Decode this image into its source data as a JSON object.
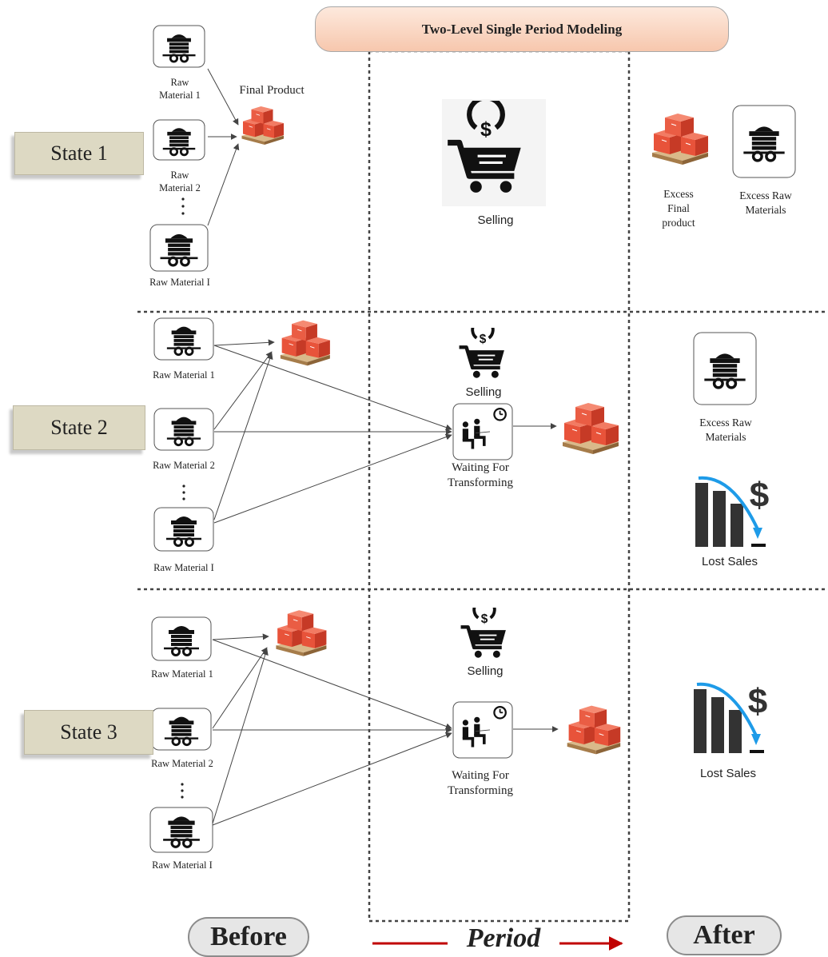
{
  "title": "Two-Level Single Period Modeling",
  "states": [
    "State 1",
    "State 2",
    "State 3"
  ],
  "footer": {
    "before": "Before",
    "period": "Period",
    "after": "After"
  },
  "state1": {
    "raw1": "Raw Material 1",
    "raw2": "Raw Material 2",
    "rawI": "Raw Material I",
    "final_product": "Final Product",
    "selling": "Selling",
    "excess_final": "Excess Final product",
    "excess_raw": "Excess Raw Materials"
  },
  "state2": {
    "raw1": "Raw Material 1",
    "raw2": "Raw Material 2",
    "rawI": "Raw Material I",
    "selling": "Selling",
    "waiting": "Waiting For Transforming",
    "excess_raw": "Excess Raw Materials",
    "lost_sales": "Lost Sales"
  },
  "state3": {
    "raw1": "Raw Material 1",
    "raw2": "Raw Material 2",
    "rawI": "Raw Material I",
    "selling": "Selling",
    "waiting": "Waiting For Transforming",
    "lost_sales": "Lost Sales"
  },
  "colors": {
    "arrow": "#444444",
    "period_arrow": "#c00000",
    "box": "#e8533a",
    "accent_blue": "#1e9be8"
  },
  "icons": [
    "mine-cart-icon",
    "boxes-pallet-icon",
    "shopping-cart-dollar-icon",
    "waiting-people-clock-icon",
    "lost-sales-chart-icon"
  ]
}
